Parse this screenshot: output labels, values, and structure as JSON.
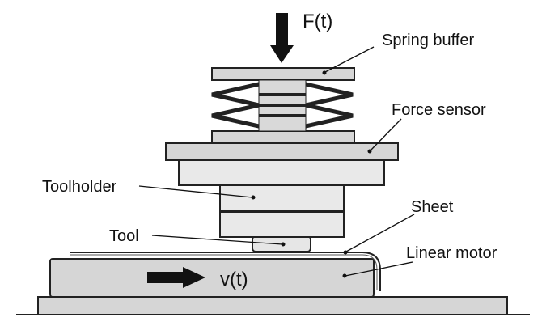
{
  "labels": {
    "force": "F(t)",
    "spring_buffer": "Spring buffer",
    "force_sensor": "Force sensor",
    "toolholder": "Toolholder",
    "sheet": "Sheet",
    "tool": "Tool",
    "linear_motor": "Linear motor",
    "velocity": "v(t)"
  },
  "colors": {
    "part_fill": "#d6d6d6",
    "outline": "#222222",
    "arrow": "#111111",
    "spring": "#222222"
  }
}
